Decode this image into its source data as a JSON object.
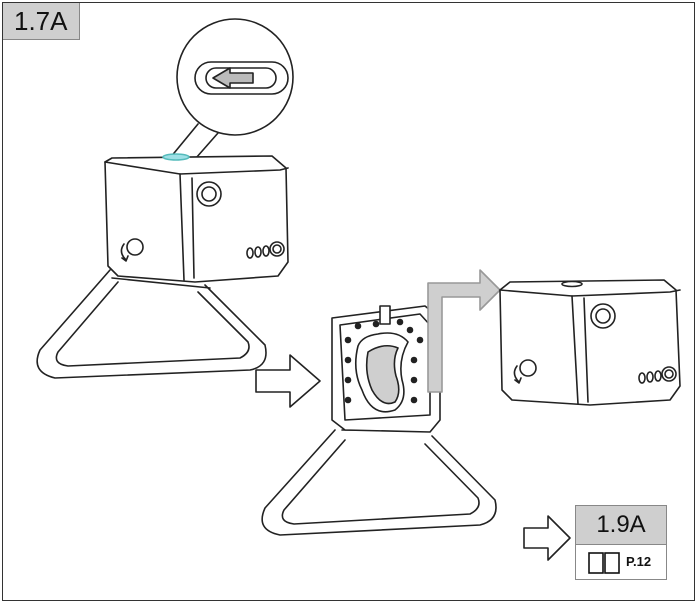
{
  "step": {
    "label": "1.7A"
  },
  "next_step": {
    "label": "1.9A",
    "page_ref": "P.12"
  },
  "icons": [
    "book-icon",
    "arrow-right-icon",
    "slide-left-arrow-icon",
    "rotate-icon"
  ],
  "colors": {
    "badge_bg": "#cfcfcf",
    "line": "#222222",
    "highlight": "#9ee0e6"
  }
}
